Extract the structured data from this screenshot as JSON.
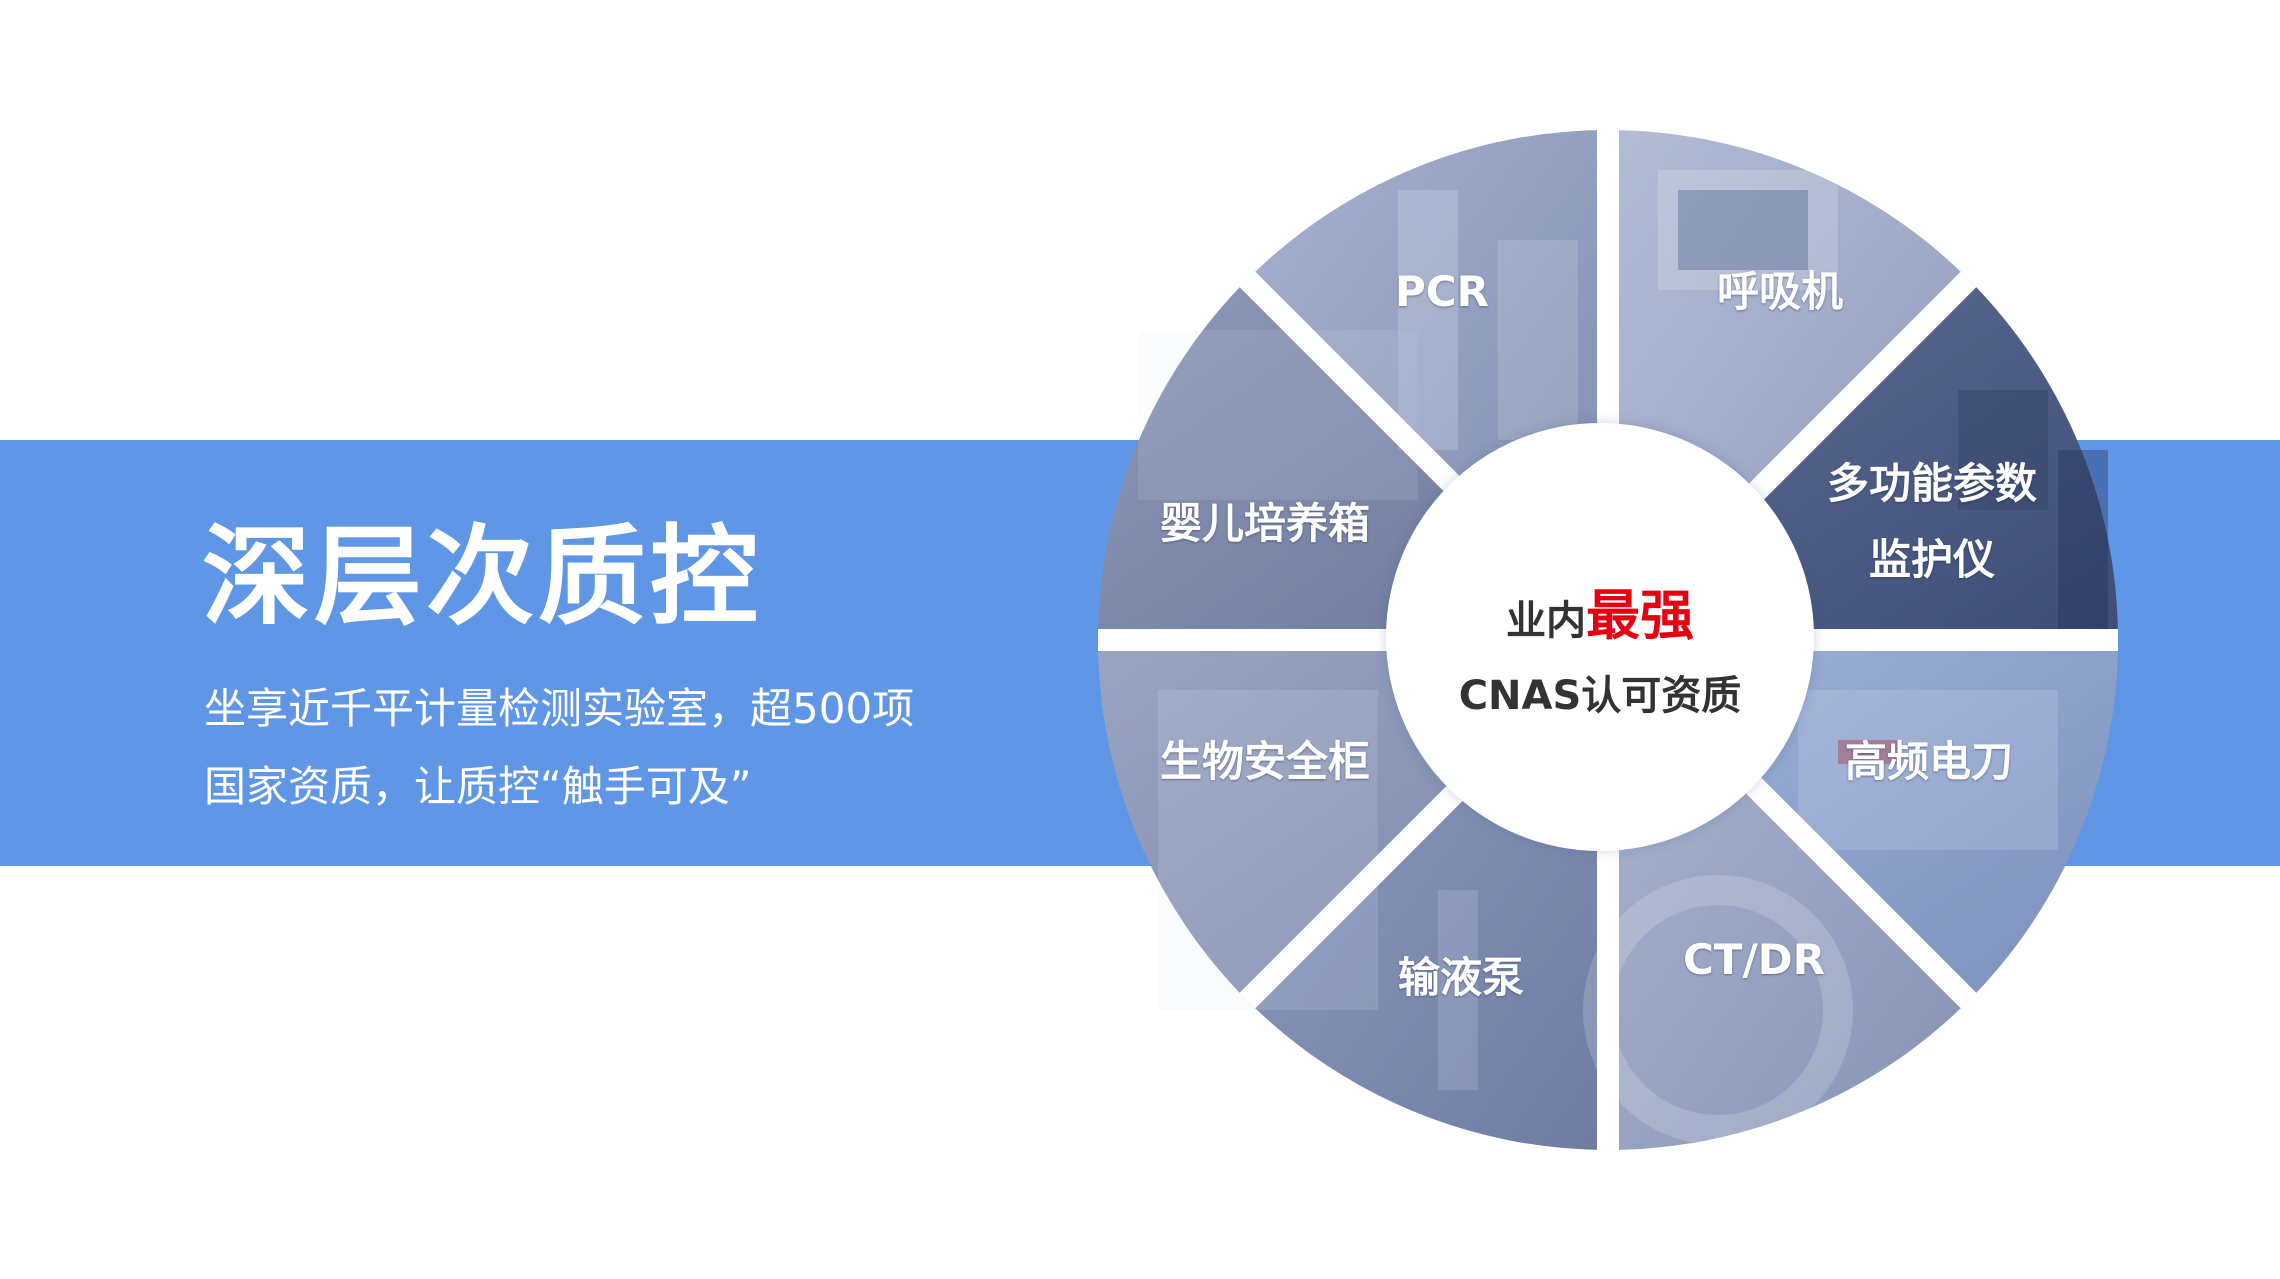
{
  "headline": "深层次质控",
  "description": {
    "line1": "坐享近千平计量检测实验室，超500项",
    "line2": "国家资质，让质控“触手可及”"
  },
  "center": {
    "prefix": "业内",
    "highlight": "最强",
    "line2": "CNAS认可资质"
  },
  "segments": [
    {
      "label": "PCR"
    },
    {
      "label": "呼吸机"
    },
    {
      "label": "多功能参数",
      "label2": "监护仪"
    },
    {
      "label": "高频电刀"
    },
    {
      "label": "CT/DR"
    },
    {
      "label": "输液泵"
    },
    {
      "label": "生物安全柜"
    },
    {
      "label": "婴儿培养箱"
    }
  ],
  "colors": {
    "band": "#6096e6",
    "segment_overlay": "#8a96b8",
    "highlight": "#e60012",
    "center_text": "#333333"
  }
}
